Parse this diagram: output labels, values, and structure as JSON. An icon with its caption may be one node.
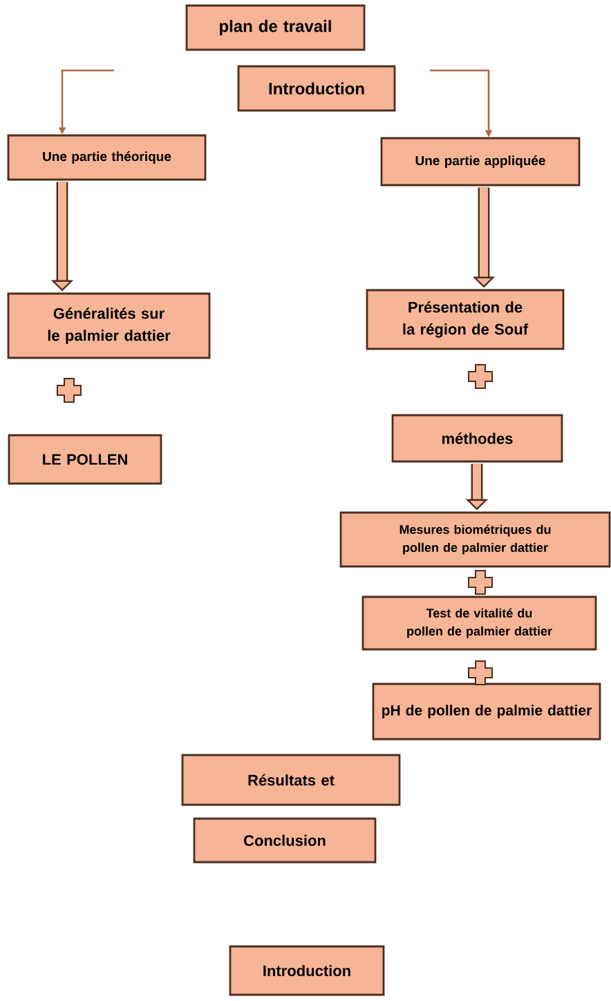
{
  "diagram": {
    "nodes": [
      {
        "text": [
          "plan de travail"
        ]
      },
      {
        "text": [
          "Introduction"
        ]
      },
      {
        "text": [
          "Une partie théorique"
        ]
      },
      {
        "text": [
          "Une partie appliquée"
        ]
      },
      {
        "text": [
          "Généralités sur le palmier dattier"
        ]
      },
      {
        "text": [
          "LE POLLEN"
        ]
      },
      {
        "text": [
          "Présentation de la région de Souf"
        ]
      },
      {
        "text": [
          "méthodes"
        ]
      },
      {
        "text": [
          "Mesures biométriques du pollen de palmier dattier"
        ]
      },
      {
        "text": [
          "Test de vitalité du pollen de palmier dattier"
        ]
      },
      {
        "text": [
          "pH de pollen de palmie dattier"
        ]
      },
      {
        "text": [
          "Résultats et"
        ]
      },
      {
        "text": [
          "Conclusion"
        ]
      },
      {
        "text": [
          "Introduction"
        ]
      }
    ],
    "edges": [
      {
        "from": null,
        "to": 2,
        "arrow": "to",
        "color": "#b0683a"
      },
      {
        "from": null,
        "to": 3,
        "arrow": "to",
        "color": "#b0683a"
      },
      {
        "from": 2,
        "to": 4,
        "arrow": "to"
      },
      {
        "from": 3,
        "to": 6,
        "arrow": "to"
      },
      {
        "from": 7,
        "to": 8,
        "arrow": "to"
      }
    ]
  }
}
